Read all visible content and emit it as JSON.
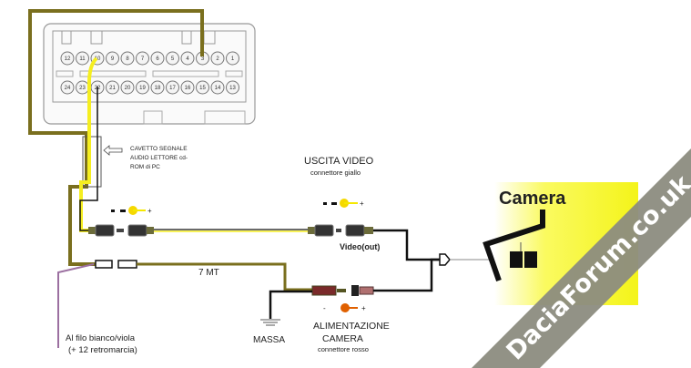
{
  "connector": {
    "top_pins": [
      "12",
      "11",
      "10",
      "9",
      "8",
      "7",
      "6",
      "5",
      "4",
      "3",
      "2",
      "1"
    ],
    "bottom_pins": [
      "24",
      "23",
      "22",
      "21",
      "20",
      "19",
      "18",
      "17",
      "16",
      "15",
      "14",
      "13"
    ]
  },
  "labels": {
    "cable_line1": "CAVETTO SEGNALE",
    "cable_line2": "AUDIO LETTORE cd-",
    "cable_line3": "ROM di PC",
    "video_title": "USCITA VIDEO",
    "video_sub": "connettore giallo",
    "video_out": "Video(out)",
    "length": "7 MT",
    "ground": "MASSA",
    "power_line1": "ALIMENTAZIONE",
    "power_line2": "CAMERA",
    "power_sub": "connettore rosso",
    "reverse_line1": "Al filo bianco/viola",
    "reverse_line2": "(+ 12 retromarcia)",
    "camera": "Camera",
    "minus": "-",
    "plus": "+"
  },
  "watermark": "DaciaForum.co.uk",
  "colors": {
    "olive_wire": "#7a6f1e",
    "yellow_wire": "#f5ee20",
    "purple_wire": "#9b6fa0",
    "camera_text": "#1a2a8a",
    "watermark_band": "#8c8c80"
  }
}
